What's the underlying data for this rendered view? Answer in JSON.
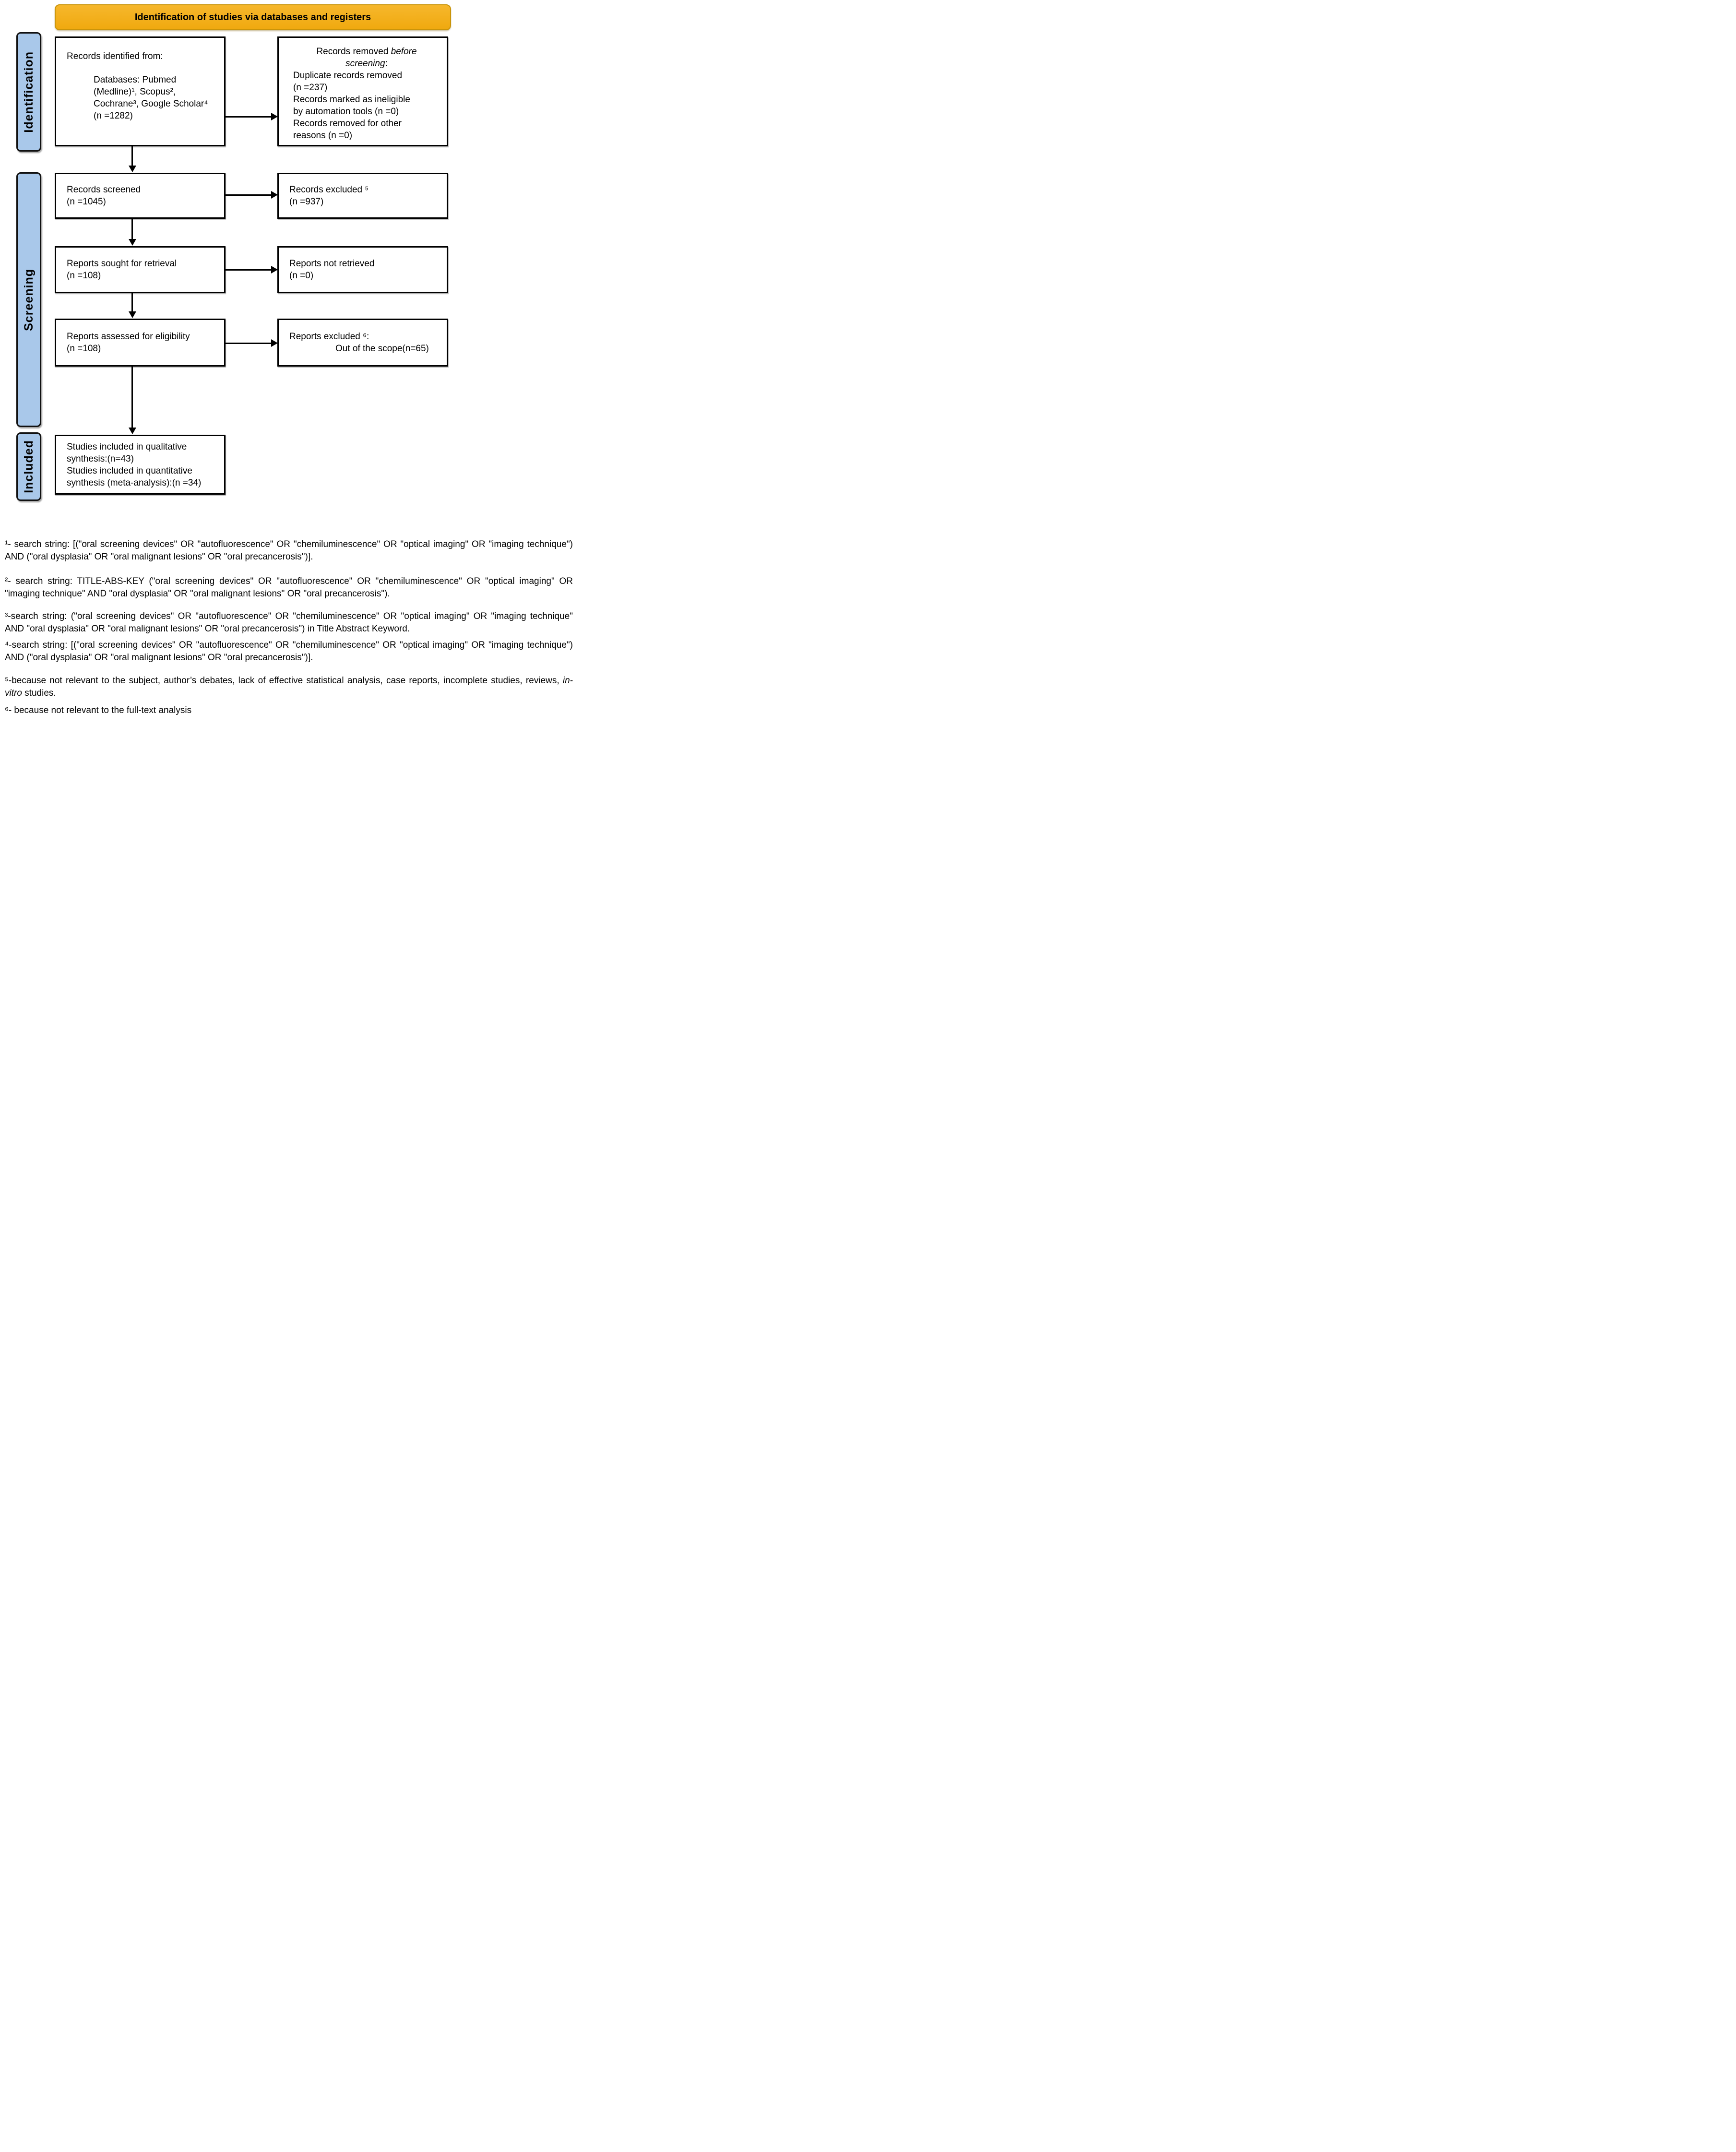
{
  "banner": {
    "title": "Identification of studies via databases and registers"
  },
  "stages": [
    {
      "label": "Identification"
    },
    {
      "label": "Screening"
    },
    {
      "label": "Included"
    }
  ],
  "colors": {
    "banner_fill": "#F2AE1C",
    "banner_border": "#C9940A",
    "stage_fill": "#A9C8EA",
    "box_border": "#000000"
  },
  "flow": {
    "records_identified": {
      "heading": "Records identified from:",
      "detail_lines": [
        "Databases: Pubmed",
        "(Medline)¹, Scopus²,",
        "Cochrane³, Google Scholar⁴",
        "(n =1282)"
      ]
    },
    "records_removed": {
      "heading_line1_normal": "Records removed ",
      "heading_line1_italic": "before",
      "heading_line2_italic": "screening",
      "heading_line2_suffix": ":",
      "lines": [
        "Duplicate records removed",
        "(n =237)",
        "Records marked as ineligible",
        "by automation tools (n =0)",
        "Records removed for other",
        "reasons (n =0)"
      ]
    },
    "records_screened": {
      "lines": [
        "Records screened",
        "(n =1045)"
      ]
    },
    "records_excluded": {
      "lines": [
        "Records excluded ⁵",
        "(n =937)"
      ]
    },
    "reports_sought": {
      "lines": [
        "Reports sought for retrieval",
        "(n =108)"
      ]
    },
    "reports_not_retrieved": {
      "lines": [
        "Reports not retrieved",
        "(n =0)"
      ]
    },
    "reports_assessed": {
      "lines": [
        "Reports assessed for eligibility",
        "(n =108)"
      ]
    },
    "reports_excluded": {
      "line1": "Reports excluded ⁶:",
      "line2": "Out of the scope(n=65)"
    },
    "studies_included": {
      "lines": [
        "Studies included in qualitative",
        "synthesis:(n=43)",
        "Studies included in quantitative",
        "synthesis (meta-analysis):(n =34)"
      ]
    }
  },
  "footnotes": [
    {
      "text": "¹- search string: [(\"oral screening devices\" OR \"autofluorescence\" OR \"chemiluminescence\" OR \"optical imaging\" OR \"imaging technique\") AND (\"oral dysplasia\" OR \"oral malignant lesions\" OR \"oral precancerosis\")]."
    },
    {
      "text": "²- search string: TITLE-ABS-KEY (\"oral screening devices\" OR \"autofluorescence\" OR \"chemiluminescence\" OR \"optical imaging\" OR \"imaging technique\" AND \"oral dysplasia\" OR \"oral malignant lesions\" OR \"oral precancerosis\")."
    },
    {
      "text": "³-search string: (\"oral screening devices\" OR \"autofluorescence\" OR \"chemiluminescence\" OR \"optical imaging\" OR \"imaging technique\" AND \"oral dysplasia\" OR \"oral malignant lesions\" OR \"oral precancerosis\") in Title Abstract Keyword."
    },
    {
      "text": "⁴-search string: [(\"oral screening devices\" OR \"autofluorescence\" OR \"chemiluminescence\" OR \"optical imaging\" OR \"imaging technique\") AND (\"oral dysplasia\" OR \"oral malignant lesions\" OR \"oral precancerosis\")]."
    },
    {
      "pre": "⁵-because not relevant to the subject, author’s debates, lack of effective statistical analysis, case reports, incomplete studies, reviews, ",
      "italic": "in-vitro",
      "post": " studies."
    },
    {
      "text": "⁶- because not relevant to the full-text analysis"
    }
  ]
}
